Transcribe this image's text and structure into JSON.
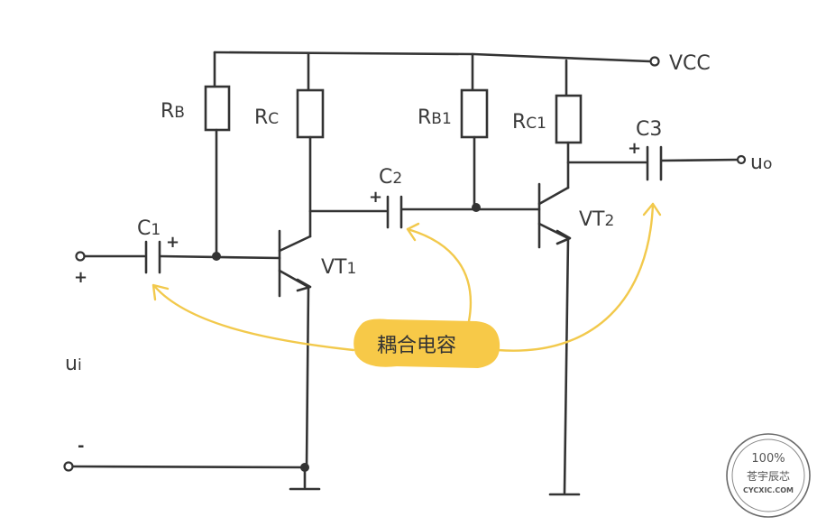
{
  "labels": {
    "vcc": "VCC",
    "rb": "R",
    "rb_sub": "B",
    "rc": "R",
    "rc_sub": "C",
    "rb1": "R",
    "rb1_sub": "B1",
    "rc1": "R",
    "rc1_sub": "C1",
    "c1": "C",
    "c1_sub": "1",
    "c2": "C",
    "c2_sub": "2",
    "c3": "C3",
    "vt1": "VT",
    "vt1_sub": "1",
    "vt2": "VT",
    "vt2_sub": "2",
    "ui": "u",
    "ui_sub": "i",
    "uo": "u",
    "uo_sub": "o",
    "plus": "+",
    "minus": "-",
    "cap_plus": "+"
  },
  "callout": {
    "text": "耦合电容"
  },
  "stamp": {
    "percent": "100%",
    "name": "苍宇辰芯",
    "site": "CYCXIC.COM"
  },
  "colors": {
    "wire": "#333333",
    "callout_fill": "#f7c948",
    "arrow": "#f2c94c"
  }
}
